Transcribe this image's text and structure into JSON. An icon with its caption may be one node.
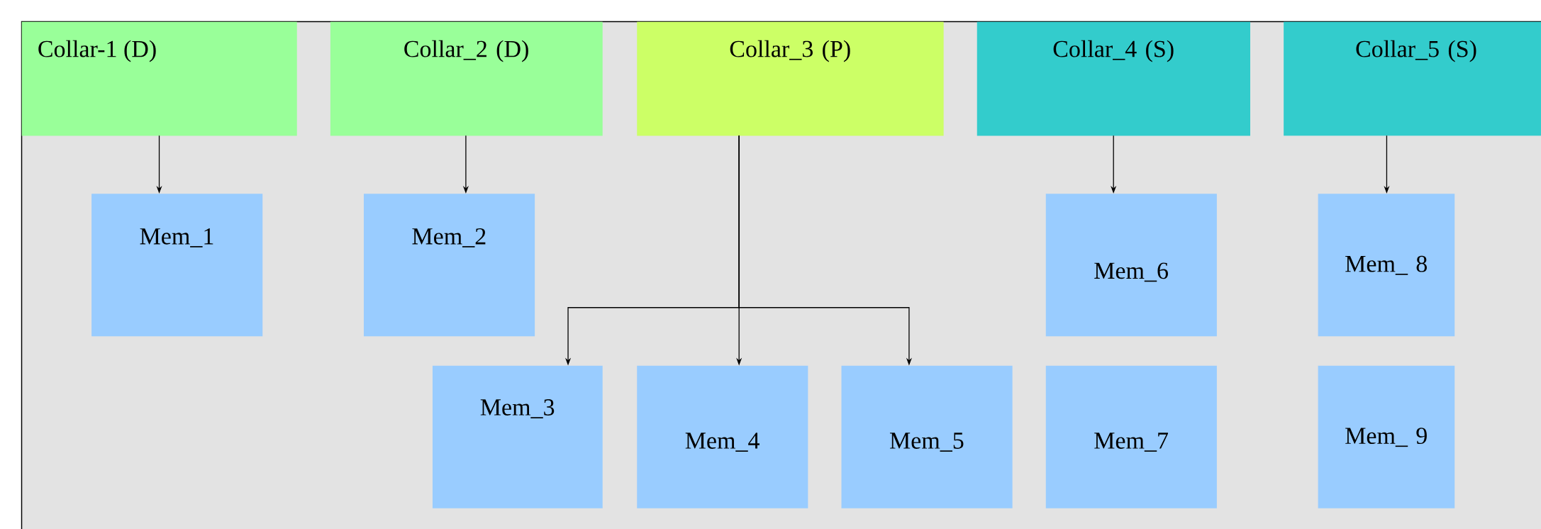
{
  "diagram": {
    "nodes": [
      {
        "text": [
          "Collar-1 (D)"
        ]
      },
      {
        "text": [
          "Collar_2 (D)"
        ]
      },
      {
        "text": [
          "Collar_3 (P)"
        ]
      },
      {
        "text": [
          "Collar_4 (S)"
        ]
      },
      {
        "text": [
          "Collar_5 (S)"
        ]
      },
      {
        "text": [
          "Mem_1"
        ]
      },
      {
        "text": [
          "Mem_2"
        ]
      },
      {
        "text": [
          "Mem_3"
        ]
      },
      {
        "text": [
          "Mem_4"
        ]
      },
      {
        "text": [
          "Mem_5"
        ]
      },
      {
        "text": [
          "Mem_6"
        ]
      },
      {
        "text": [
          "Mem_7"
        ]
      },
      {
        "text": [
          "Mem_ 8"
        ]
      },
      {
        "text": [
          "Mem_ 9"
        ]
      }
    ],
    "edges": [
      {
        "from": 0,
        "to": 5,
        "arrow": "to"
      },
      {
        "from": 1,
        "to": 6,
        "arrow": "to"
      },
      {
        "from": 2,
        "to": 7,
        "arrow": "to"
      },
      {
        "from": 2,
        "to": 8,
        "arrow": "to"
      },
      {
        "from": 2,
        "to": 9,
        "arrow": "to"
      },
      {
        "from": 3,
        "to": 10,
        "arrow": "to"
      },
      {
        "from": 4,
        "to": 12,
        "arrow": "to"
      }
    ]
  }
}
